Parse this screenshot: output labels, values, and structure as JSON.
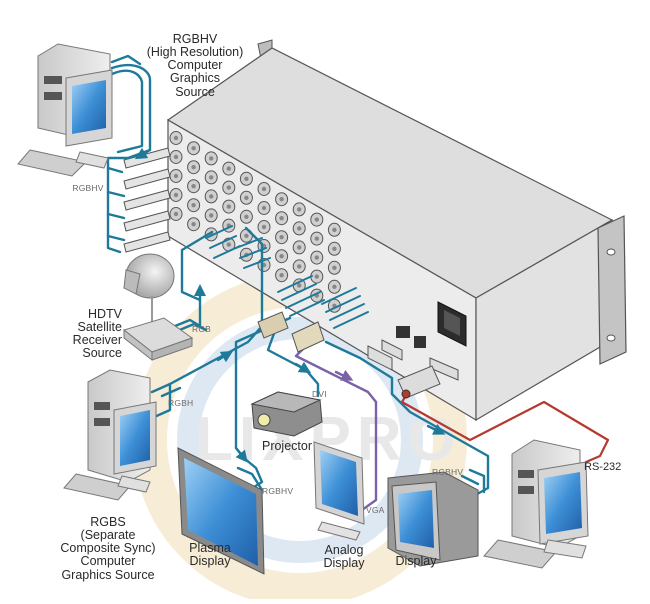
{
  "diagram": {
    "title": "Matrix switcher connection diagram",
    "watermark": "LIXPRO",
    "colors": {
      "video_cable": "#1e7a9a",
      "vga_cable": "#7a62a8",
      "rs232_cable": "#b53a2e",
      "device_body": "#e4e4e4",
      "device_edge": "#555555",
      "screen": "#3d8fd6",
      "watermark_blue": "#dbe6f2",
      "watermark_yellow": "#f7ecd2"
    },
    "sources": [
      {
        "id": "rgbhv-source",
        "label": "RGBHV\n(High Resolution)\nComputer\nGraphics\nSource",
        "port_label": "RGBHV",
        "device": "computer"
      },
      {
        "id": "hdtv-source",
        "label": "HDTV\nSatellite\nReceiver\nSource",
        "port_label": "RGB",
        "device": "satellite-receiver"
      },
      {
        "id": "rgbs-source",
        "label": "RGBS\n(Separate\nComposite Sync)\nComputer\nGraphics Source",
        "port_label": "RGBH",
        "device": "computer"
      }
    ],
    "destinations": [
      {
        "id": "projector",
        "label": "Projector",
        "port_label": "DVI",
        "device": "projector"
      },
      {
        "id": "plasma-display",
        "label": "Plasma\nDisplay",
        "port_label": "RGBHV",
        "device": "plasma"
      },
      {
        "id": "analog-display",
        "label": "Analog\nDisplay",
        "port_label": "VGA",
        "device": "lcd-monitor"
      },
      {
        "id": "display",
        "label": "Display",
        "port_label": "RGBHV",
        "device": "crt-monitor"
      }
    ],
    "controller": {
      "id": "control-pc",
      "port_label": "RS-232",
      "device": "computer"
    },
    "hub": {
      "id": "matrix-switcher",
      "device": "rack-mount-switcher"
    }
  }
}
